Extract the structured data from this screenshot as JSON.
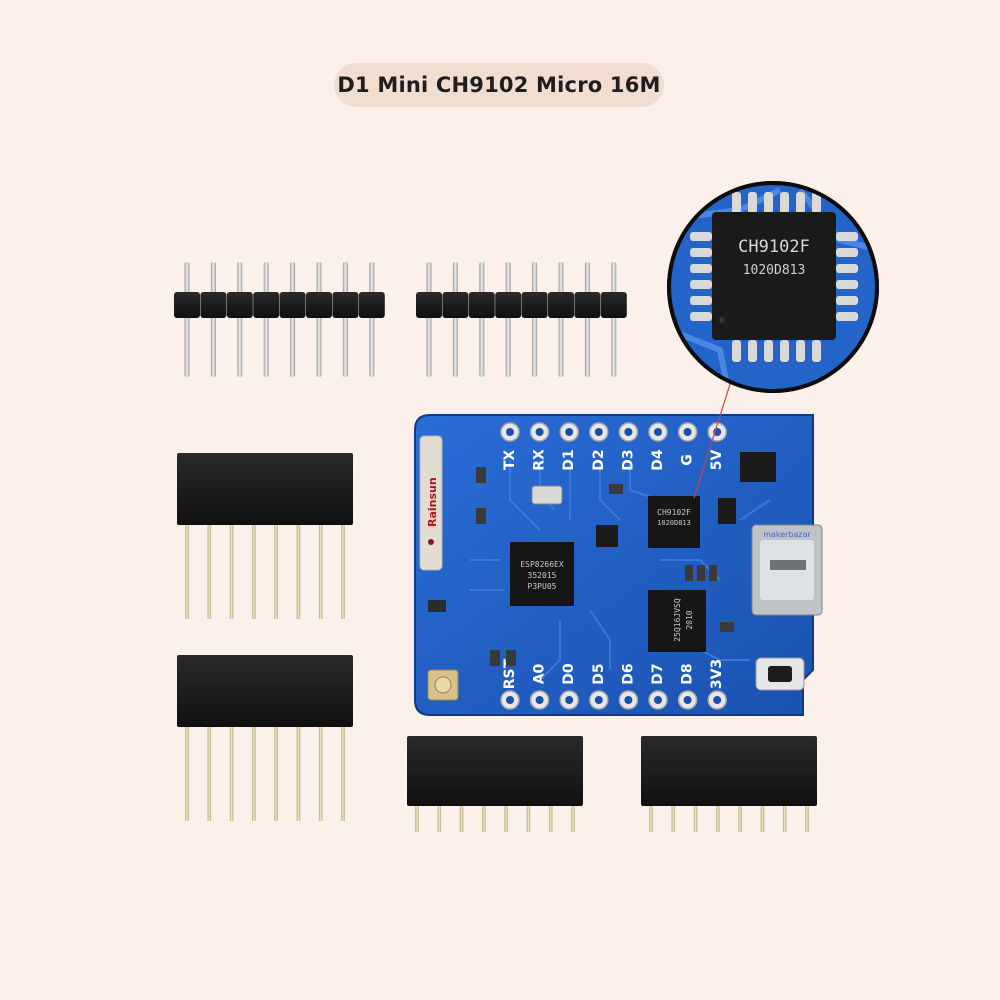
{
  "title": "D1 Mini CH9102 Micro 16M",
  "board": {
    "top_pin_labels": [
      "TX",
      "RX",
      "D1",
      "D2",
      "D3",
      "D4",
      "G",
      "5V"
    ],
    "bottom_pin_labels": [
      "RST",
      "A0",
      "D0",
      "D5",
      "D6",
      "D7",
      "D8",
      "3V3"
    ],
    "antenna_label": "Rainsun",
    "usb_chip": {
      "line1": "CH9102F",
      "line2": "1020D813"
    },
    "mcu": {
      "line1": "ESP8266EX",
      "line2": "352015",
      "line3": "P3PU05"
    },
    "flash": {
      "line1": "25Q16JVSQ",
      "line2": "2010"
    },
    "usb_port_brand": "makerbazar"
  },
  "zoom_inset": {
    "line1": "CH9102F",
    "line2": "1020D813"
  },
  "colors": {
    "background": "#fbf1ea",
    "title_pill": "#f2ddd1",
    "pcb": "#1f5fc4",
    "header_plastic": "#151515",
    "pin_metal": "#cfcfcf"
  }
}
